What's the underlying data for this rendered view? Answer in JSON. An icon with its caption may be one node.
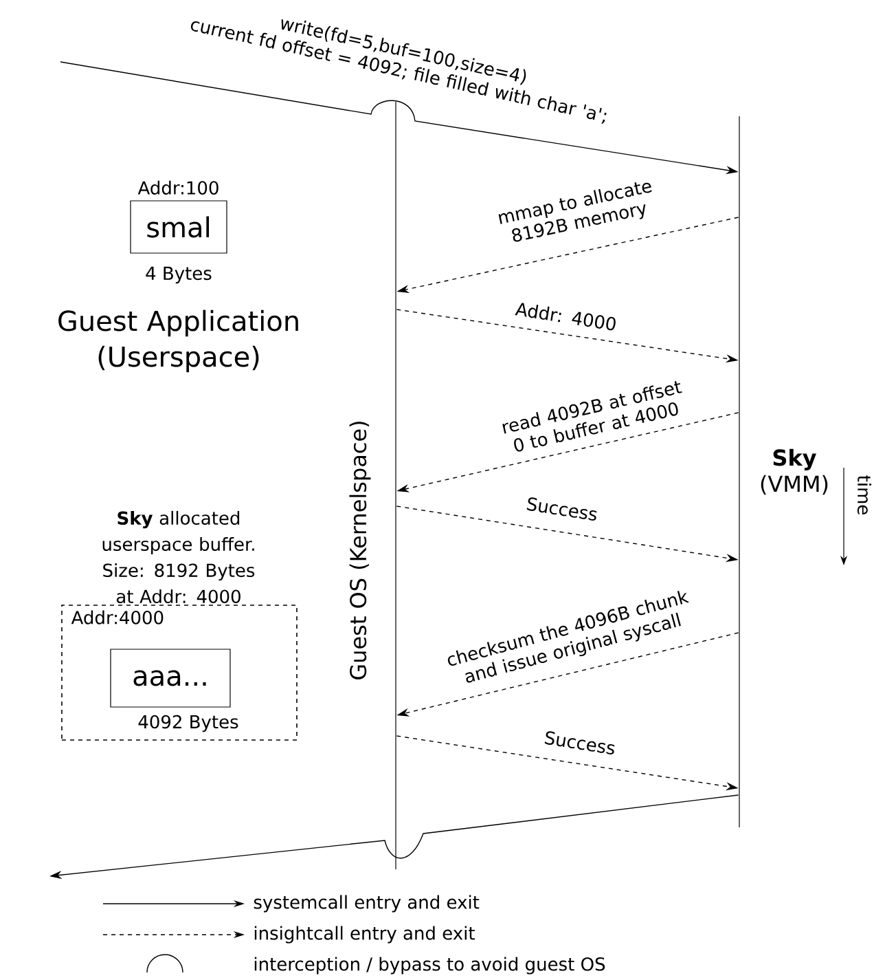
{
  "diagram": {
    "nodes": [
      {
        "text": [],
        "shape": "bar",
        "beside": [
          "Guest OS (Kernelspace)"
        ]
      },
      {
        "text": [],
        "shape": "bar",
        "beside": [
          "**Sky** (VMM)"
        ]
      },
      {
        "text": [
          "Addr:100",
          "smal"
        ],
        "beside": [
          "4 Bytes"
        ]
      },
      {
        "text": [
          "Addr:4000"
        ]
      },
      {
        "text": [
          "aaa..."
        ],
        "beside": [
          "4092 Bytes"
        ],
        "in": 3
      }
    ],
    "edges": [
      {
        "from": null,
        "to": 1,
        "arrow": "to",
        "label": "write(fd=5,buf=100,size=4) current fd offset = 4092; file filled with char 'a';"
      },
      {
        "from": 1,
        "to": 0,
        "arrow": "to",
        "style": "dashed",
        "label": "mmap to allocate 8192B memory"
      },
      {
        "from": 0,
        "to": 1,
        "arrow": "to",
        "style": "dashed",
        "label": "Addr: 4000"
      },
      {
        "from": 1,
        "to": 0,
        "arrow": "to",
        "style": "dashed",
        "label": "read 4092B at offset 0 to buffer at 4000"
      },
      {
        "from": 0,
        "to": 1,
        "arrow": "to",
        "style": "dashed",
        "label": "Success"
      },
      {
        "from": 1,
        "to": 0,
        "arrow": "to",
        "style": "dashed",
        "label": "checksum the 4096B chunk and issue original syscall"
      },
      {
        "from": 0,
        "to": 1,
        "arrow": "to",
        "style": "dashed",
        "label": "Success"
      },
      {
        "from": 1,
        "to": null,
        "arrow": "to"
      }
    ],
    "labels": [
      "Guest Application (Userspace)",
      "**Sky** allocated userspace buffer. Size: 8192 Bytes at Addr: 4000",
      "time"
    ],
    "legend": [
      {
        "text": "systemcall entry and exit"
      },
      {
        "text": "insightcall entry and exit"
      },
      {
        "text": "interception / bypass to avoid guest OS"
      }
    ]
  }
}
